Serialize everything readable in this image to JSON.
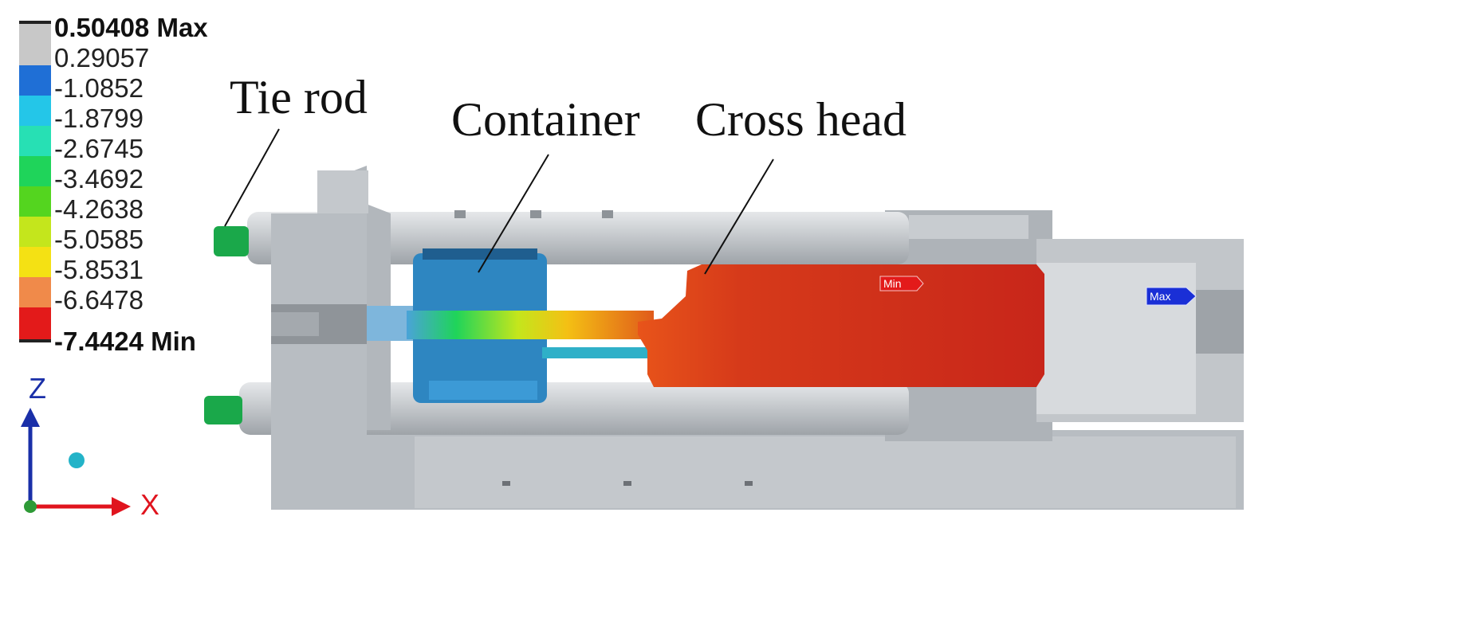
{
  "legend": {
    "entries": [
      {
        "label": "0.50408 Max",
        "color": "#c8c8c8",
        "bold": true
      },
      {
        "label": "0.29057",
        "color": "#c8c8c8",
        "bold": false
      },
      {
        "label": "-1.0852",
        "color": "#1f6fd6",
        "bold": false
      },
      {
        "label": "-1.8799",
        "color": "#24c6e8",
        "bold": false
      },
      {
        "label": "-2.6745",
        "color": "#27e0b4",
        "bold": false
      },
      {
        "label": "-3.4692",
        "color": "#1fd45a",
        "bold": false
      },
      {
        "label": "-4.2638",
        "color": "#54d51f",
        "bold": false
      },
      {
        "label": "-5.0585",
        "color": "#c4e61c",
        "bold": false
      },
      {
        "label": "-5.8531",
        "color": "#f4e114",
        "bold": false
      },
      {
        "label": "-6.6478",
        "color": "#f08a4a",
        "bold": false
      },
      {
        "label": "-7.4424 Min",
        "color": "#e31a1a",
        "bold": true
      }
    ]
  },
  "callouts": {
    "tie_rod": "Tie rod",
    "container": "Container",
    "cross_head": "Cross head"
  },
  "markers": {
    "min_tag": "Min",
    "max_tag": "Max"
  },
  "triad": {
    "z_label": "Z",
    "x_label": "X"
  },
  "colors": {
    "machine_gray": "#b8bdc2",
    "container_blue": "#2e86c1",
    "crosshead_red": "#c8261a",
    "tie_rod_green": "#1aa84a",
    "axis_blue": "#1a2fa8",
    "axis_red": "#e0141e"
  }
}
